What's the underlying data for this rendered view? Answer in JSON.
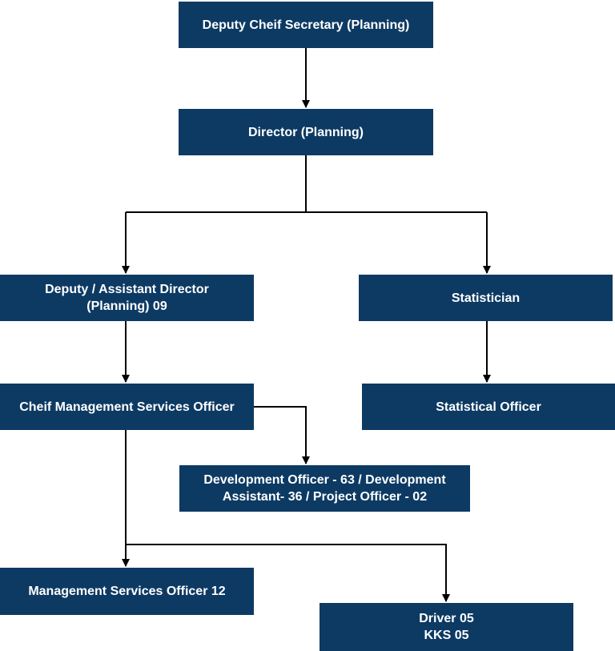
{
  "chart": {
    "nodes": [
      {
        "id": "deputy-chief-secretary",
        "label": "Deputy Cheif Secretary (Planning)"
      },
      {
        "id": "director-planning",
        "label": "Director (Planning)"
      },
      {
        "id": "deputy-assistant-director",
        "label": "Deputy / Assistant Director\n(Planning) 09"
      },
      {
        "id": "statistician",
        "label": "Statistician"
      },
      {
        "id": "chief-management-services-officer",
        "label": "Cheif Management Services Officer"
      },
      {
        "id": "statistical-officer",
        "label": "Statistical Officer"
      },
      {
        "id": "development-officer",
        "label": "Development Officer - 63 / Development\nAssistant- 36 / Project Officer - 02"
      },
      {
        "id": "management-services-officer",
        "label": "Management Services Officer 12"
      },
      {
        "id": "driver-kks",
        "label": "Driver 05\nKKS 05"
      }
    ],
    "edges": [
      [
        "deputy-chief-secretary",
        "director-planning"
      ],
      [
        "director-planning",
        "deputy-assistant-director"
      ],
      [
        "director-planning",
        "statistician"
      ],
      [
        "deputy-assistant-director",
        "chief-management-services-officer"
      ],
      [
        "statistician",
        "statistical-officer"
      ],
      [
        "chief-management-services-officer",
        "development-officer"
      ],
      [
        "chief-management-services-officer",
        "management-services-officer"
      ],
      [
        "chief-management-services-officer",
        "driver-kks"
      ]
    ]
  },
  "colors": {
    "box_fill": "#0d3a63",
    "box_text": "#ffffff",
    "connector": "#000000"
  }
}
